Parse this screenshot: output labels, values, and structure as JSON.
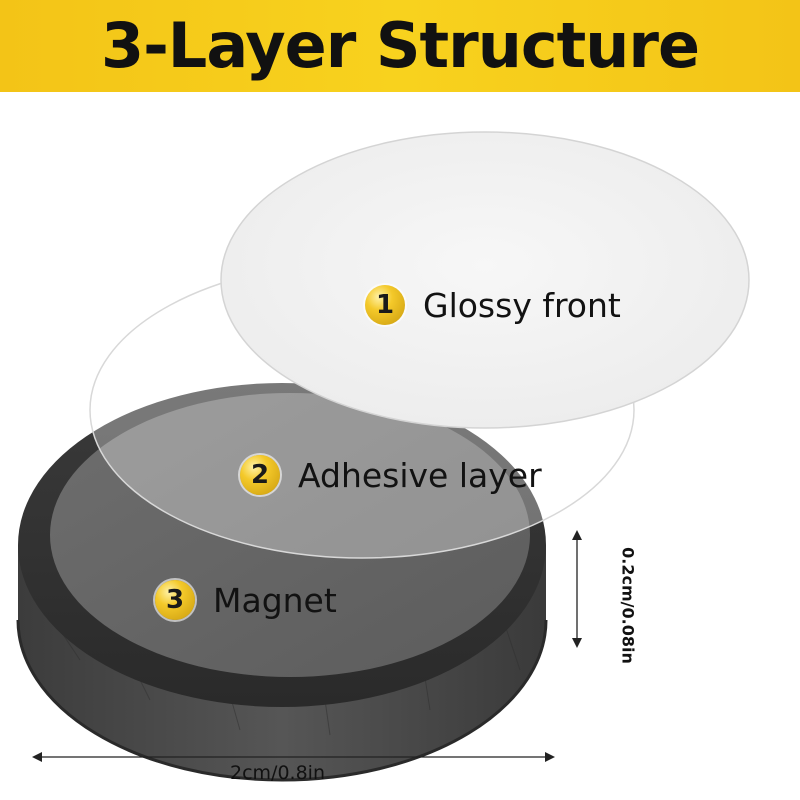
{
  "banner": {
    "title": "3-Layer Structure",
    "color": "#f5cb1a"
  },
  "layers": [
    {
      "number": "1",
      "label": "Glossy front"
    },
    {
      "number": "2",
      "label": "Adhesive layer"
    },
    {
      "number": "3",
      "label": "Magnet"
    }
  ],
  "dimensions": {
    "width": "2cm/0.8in",
    "height": "0.2cm/0.08in"
  },
  "colors": {
    "badge_gold": "#f4c92a",
    "magnet_gray": "#4a4a4a",
    "accent_yellow": "#f5cb1a"
  }
}
